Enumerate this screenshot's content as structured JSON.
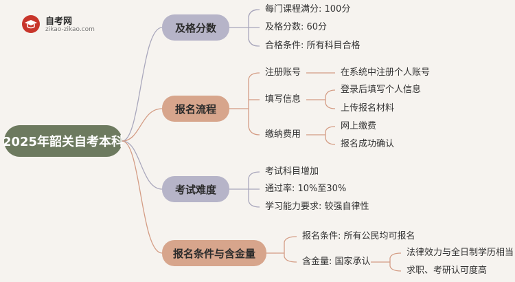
{
  "logo": {
    "title": "自考网",
    "url": "zikao-zikao.com",
    "icon": "graduation-cap-icon"
  },
  "root": {
    "label": "2025年韶关自考本科"
  },
  "colors": {
    "root": "#6d7a5f",
    "branch_grey": "#b6b4c8",
    "branch_tan": "#d7a58c",
    "line_grey": "#a9a7bc",
    "line_tan": "#d49c84"
  },
  "branches": [
    {
      "label": "及格分数",
      "items": [
        "每门课程满分: 100分",
        "及格分数: 60分",
        "合格条件: 所有科目合格"
      ]
    },
    {
      "label": "报名流程",
      "groups": [
        {
          "label": "注册账号",
          "items": [
            "在系统中注册个人账号"
          ]
        },
        {
          "label": "填写信息",
          "items": [
            "登录后填写个人信息",
            "上传报名材料"
          ]
        },
        {
          "label": "缴纳费用",
          "items": [
            "网上缴费",
            "报名成功确认"
          ]
        }
      ]
    },
    {
      "label": "考试难度",
      "items": [
        "考试科目增加",
        "通过率: 10%至30%",
        "学习能力要求: 较强自律性"
      ]
    },
    {
      "label": "报名条件与含金量",
      "groups": [
        {
          "label": "报名条件: 所有公民均可报名",
          "items": []
        },
        {
          "label": "含金量: 国家承认",
          "items": [
            "法律效力与全日制学历相当",
            "求职、考研认可度高"
          ]
        }
      ]
    }
  ]
}
